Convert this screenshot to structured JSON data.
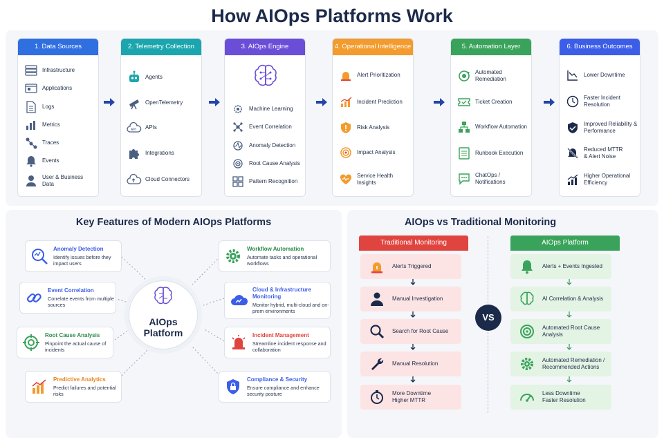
{
  "title": "How AIOps Platforms Work",
  "colors": {
    "blue": "#2f6fe0",
    "teal": "#1ba6ad",
    "purple": "#6b4ed8",
    "orange": "#f39b2c",
    "green": "#3aa35b",
    "indigo": "#3b5de7",
    "red": "#e0443e",
    "navy": "#1c2a4a"
  },
  "pipeline": [
    {
      "header": "1. Data Sources",
      "items": [
        "Infrastructure",
        "Applications",
        "Logs",
        "Metrics",
        "Traces",
        "Events",
        "User & Business Data"
      ]
    },
    {
      "header": "2. Telemetry Collection",
      "items": [
        "Agents",
        "OpenTelemetry",
        "APIs",
        "Integrations",
        "Cloud Connectors"
      ]
    },
    {
      "header": "3. AIOps Engine",
      "items": [
        "Machine Learning",
        "Event Correlation",
        "Anomaly Detection",
        "Root Cause Analysis",
        "Pattern Recognition"
      ]
    },
    {
      "header": "4. Operational Intelligence",
      "items": [
        "Alert Prioritization",
        "Incident Prediction",
        "Risk Analysis",
        "Impact Analysis",
        "Service Health Insights"
      ]
    },
    {
      "header": "5. Automation Layer",
      "items": [
        "Automated Remediation",
        "Ticket Creation",
        "Workflow Automation",
        "Runbook Execution",
        "ChatOps / Notifications"
      ]
    },
    {
      "header": "6. Business Outcomes",
      "items": [
        "Lower Downtime",
        "Faster Incident Resolution",
        "Improved Reliability & Performance",
        "Reduced MTTR & Alert Noise",
        "Higher Operational Efficiency"
      ]
    }
  ],
  "features": {
    "title": "Key Features of Modern AIOps Platforms",
    "hub_line1": "AIOps",
    "hub_line2": "Platform",
    "items": [
      {
        "title": "Anomaly Detection",
        "desc": "Identify issues before they impact users"
      },
      {
        "title": "Event Correlation",
        "desc": "Correlate events from multiple sources"
      },
      {
        "title": "Root Cause Analysis",
        "desc": "Pinpoint the actual cause of incidents"
      },
      {
        "title": "Predictive Analytics",
        "desc": "Predict failures and potential risks"
      },
      {
        "title": "Workflow Automation",
        "desc": "Automate tasks and operational workflows"
      },
      {
        "title": "Cloud & Infrastructure Monitoring",
        "desc": "Monitor hybrid, multi-cloud and on-prem environments"
      },
      {
        "title": "Incident Management",
        "desc": "Streamline incident response and collaboration"
      },
      {
        "title": "Compliance & Security",
        "desc": "Ensure compliance and enhance security posture"
      }
    ]
  },
  "comparison": {
    "title": "AIOps vs Traditional Monitoring",
    "vs": "VS",
    "traditional": {
      "header": "Traditional Monitoring",
      "steps": [
        "Alerts Triggered",
        "Manual Investigation",
        "Search for Root Cause",
        "Manual Resolution",
        "More Downtime Higher MTTR"
      ]
    },
    "aiops": {
      "header": "AIOps Platform",
      "steps": [
        "Alerts + Events Ingested",
        "AI Correlation & Analysis",
        "Automated Root Cause Analysis",
        "Automated Remediation / Recommended Actions",
        "Less Downtime Faster Resolution"
      ]
    }
  }
}
